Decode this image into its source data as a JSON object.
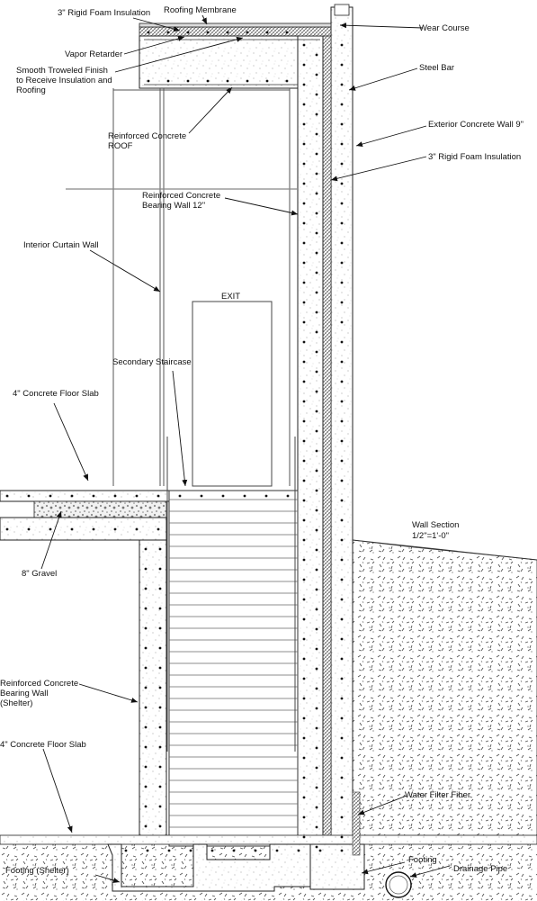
{
  "drawing": {
    "title": "Wall Section",
    "scale": "1/2\"=1'-0\"",
    "exit_sign": "EXIT"
  },
  "labels": {
    "rigid_foam_top": "3\" Rigid Foam Insulation",
    "roofing_membrane": "Roofing Membrane",
    "wear_course": "Wear Course",
    "vapor_retarder": "Vapor Retarder",
    "troweled_finish": "Smooth Troweled Finish to Receive Insulation and Roofing",
    "steel_bar": "Steel Bar",
    "exterior_wall": "Exterior Concrete Wall 9\"",
    "rc_roof": "Reinforced Concrete ROOF",
    "rigid_foam_wall": "3\" Rigid Foam Insulation",
    "bearing_wall": "Reinforced Concrete Bearing Wall 12\"",
    "curtain_wall": "Interior Curtain Wall",
    "staircase": "Secondary Staircase",
    "floor_slab_top": "4\" Concrete Floor Slab",
    "gravel": "8\" Gravel",
    "shelter_wall": "Reinforced Concrete Bearing Wall (Shelter)",
    "floor_slab_bottom": "4\" Concrete Floor Slab",
    "water_filter": "Water Filter Fiber",
    "footing_shelter": "Footing (Shelter)",
    "footing": "Footing",
    "drainage_pipe": "Drainage Pipe"
  }
}
